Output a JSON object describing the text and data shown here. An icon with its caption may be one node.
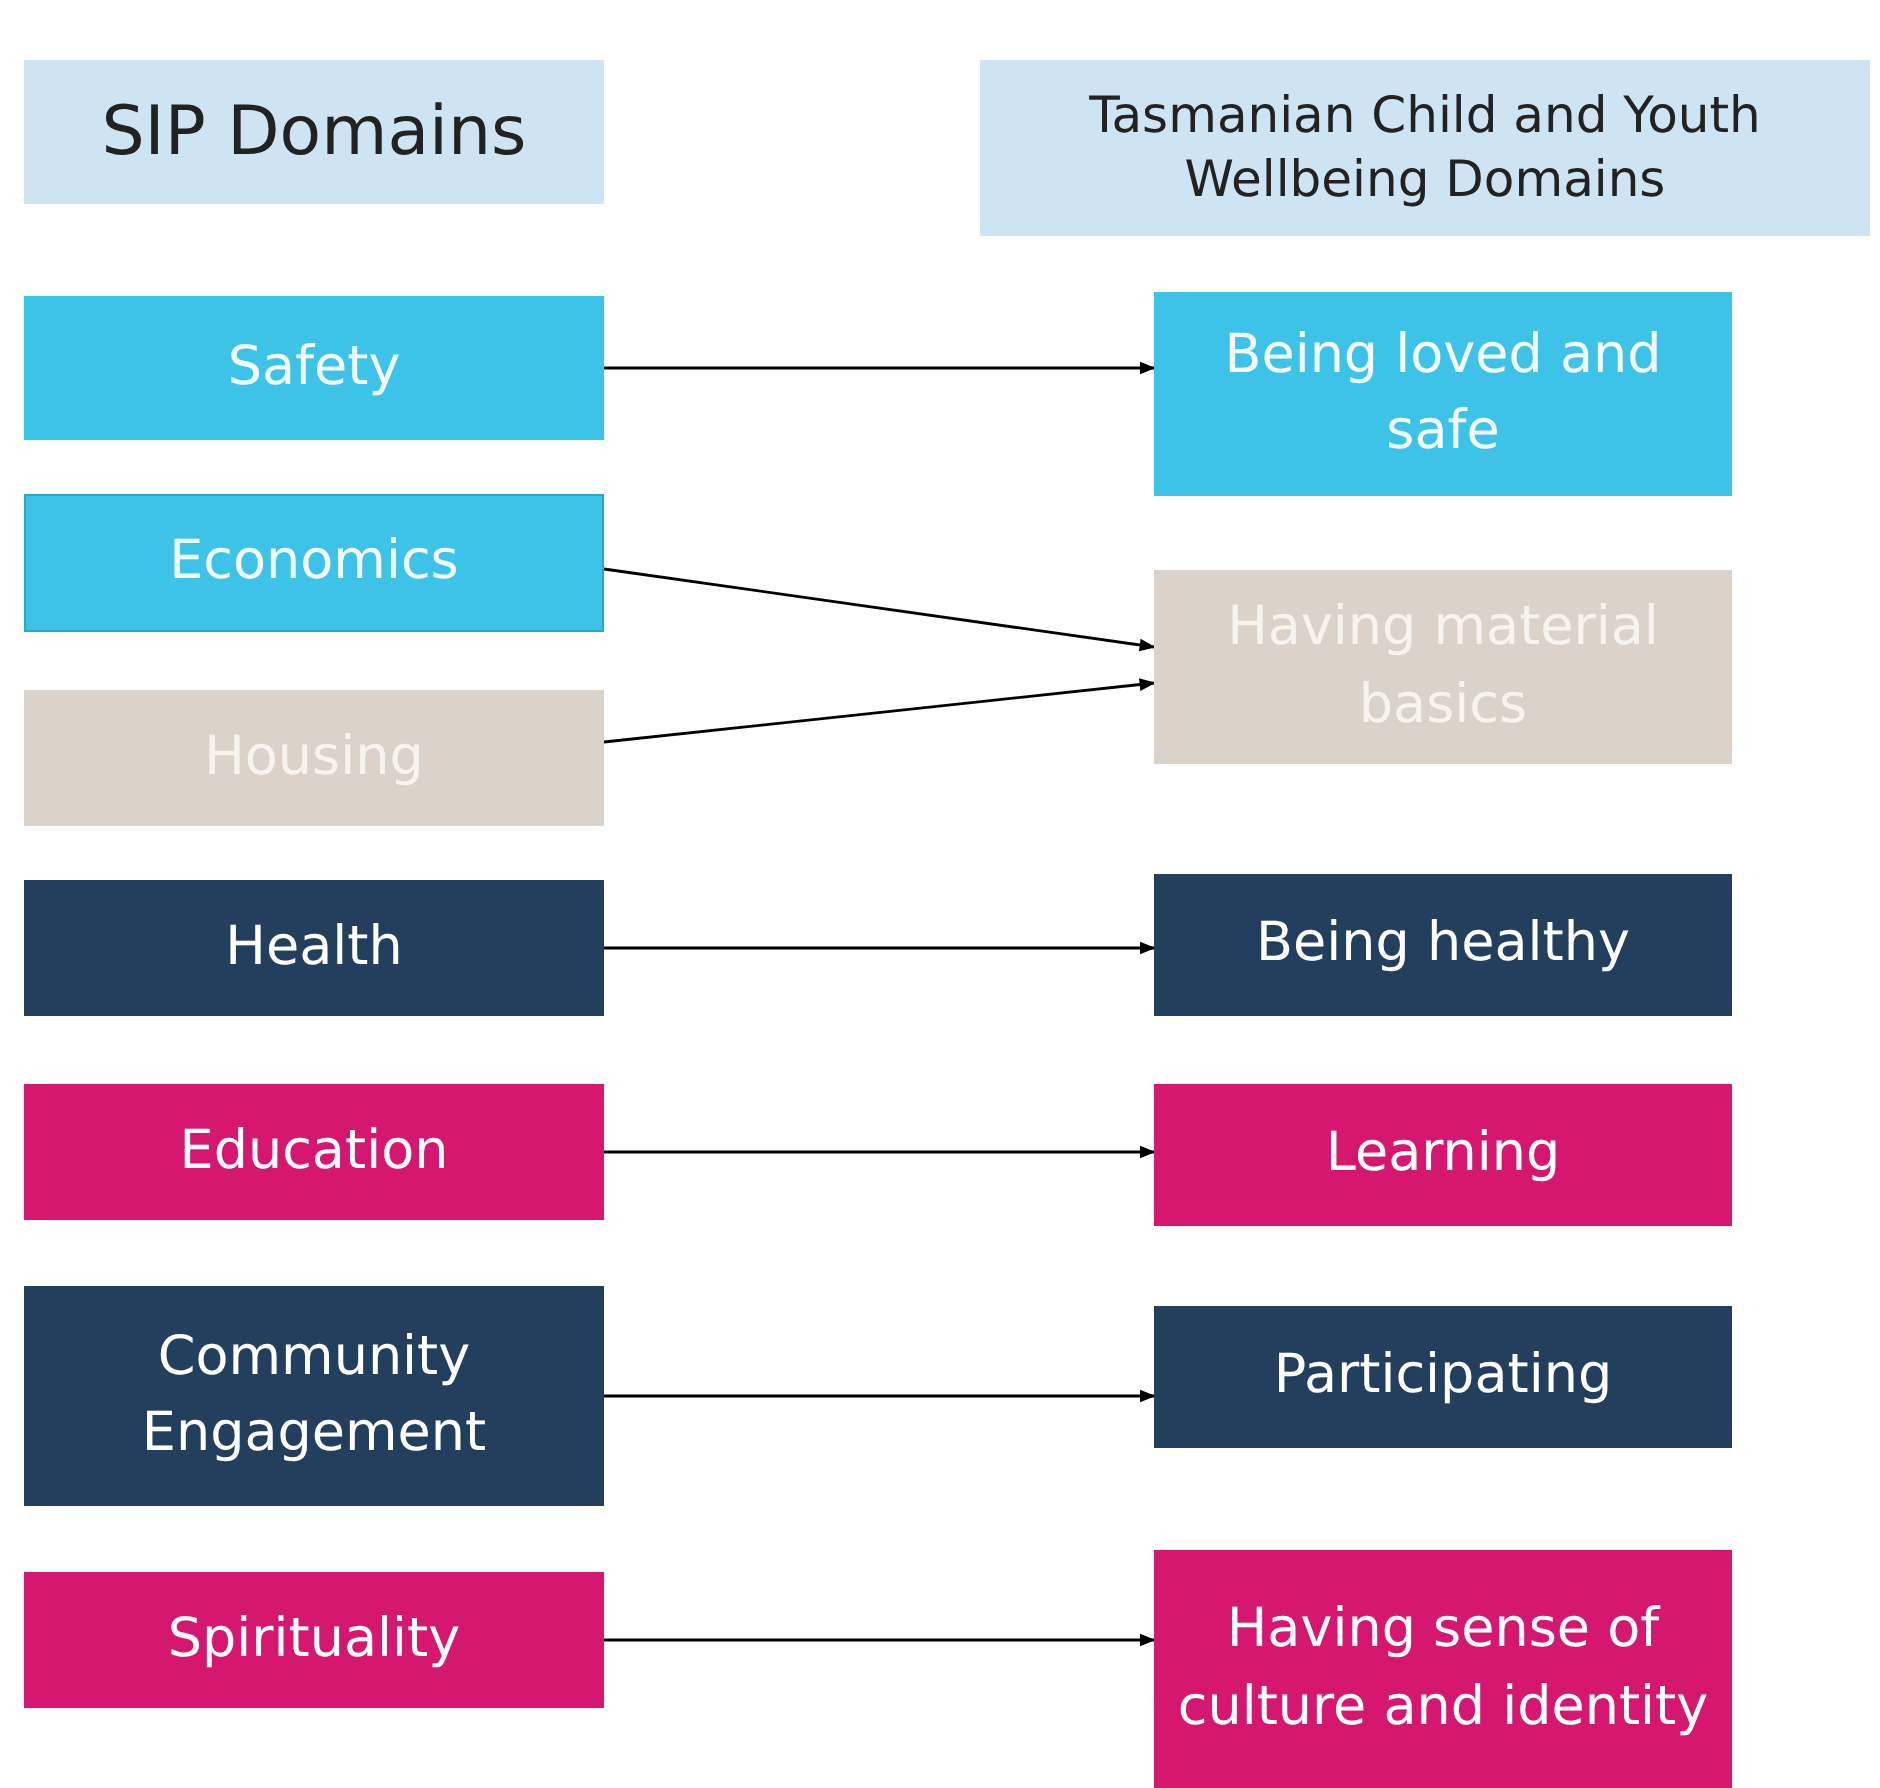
{
  "diagram": {
    "nodes": [
      {
        "text": [
          "SIP Domains"
        ]
      },
      {
        "text": [
          "Tasmanian Child and Youth Wellbeing Domains"
        ]
      },
      {
        "text": [
          "Safety"
        ]
      },
      {
        "text": [
          "Economics"
        ]
      },
      {
        "text": [
          "Housing"
        ]
      },
      {
        "text": [
          "Health"
        ]
      },
      {
        "text": [
          "Education"
        ]
      },
      {
        "text": [
          "Community Engagement"
        ]
      },
      {
        "text": [
          "Spirituality"
        ]
      },
      {
        "text": [
          "Being loved and safe"
        ]
      },
      {
        "text": [
          "Having material basics"
        ]
      },
      {
        "text": [
          "Being healthy"
        ]
      },
      {
        "text": [
          "Learning"
        ]
      },
      {
        "text": [
          "Participating"
        ]
      },
      {
        "text": [
          "Having sense of culture and identity"
        ]
      }
    ],
    "edges": [
      {
        "from": 2,
        "to": 9,
        "arrow": "to"
      },
      {
        "from": 3,
        "to": 10,
        "arrow": "to"
      },
      {
        "from": 4,
        "to": 10,
        "arrow": "to"
      },
      {
        "from": 5,
        "to": 11,
        "arrow": "to"
      },
      {
        "from": 6,
        "to": 12,
        "arrow": "to"
      },
      {
        "from": 7,
        "to": 13,
        "arrow": "to"
      },
      {
        "from": 8,
        "to": 14,
        "arrow": "to"
      }
    ]
  }
}
